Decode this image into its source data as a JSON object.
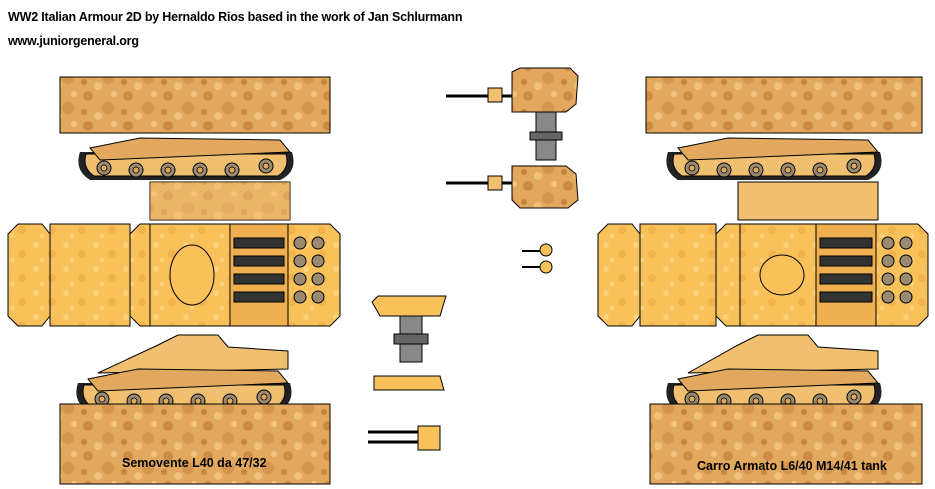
{
  "header": {
    "title": "WW2 Italian Armour 2D by Hernaldo Rios based in the work of Jan Schlurmann",
    "site": "www.juniorgeneral.org"
  },
  "models": [
    {
      "label": "Semovente L40 da 47/32"
    },
    {
      "label": "Carro Armato L6/40 M14/41 tank"
    }
  ],
  "colors": {
    "camo_base": "#E0A85C",
    "camo_dark": "#C88A45",
    "camo_light": "#F0C070",
    "panel_yellow": "#F9C15A",
    "panel_light": "#FDD27A",
    "outline": "#000000",
    "track_dark": "#222222",
    "wheel_gray": "#9A8A70"
  }
}
